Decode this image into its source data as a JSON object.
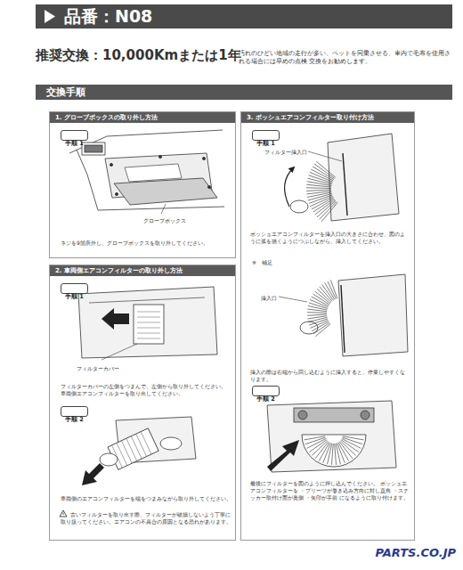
{
  "diagram": {
    "title": "品番：N08",
    "nodes": [
      {
        "text": [
          "交換手順"
        ]
      },
      {
        "text": [
          "1. グローブボックスの取り外し方法",
          "グローブボックス",
          "ネジを9箇所外し、グローブボックスを取り外してください。"
        ]
      },
      {
        "text": [
          "手順 1"
        ],
        "in": 1
      },
      {
        "text": [
          "2. 車両側エアコンフィルターの取り外し方法",
          "フィルターカバー",
          "フィルターカバーの左側をつまんで、左側から取り外してください。 車両側エアコンフィルターを取り出してください。",
          "車両側のエアコンフィルターを端をつまみながら取り外してください。",
          "古いフィルターを取り出す際、フィルターが破損しないよう丁寧に取り扱ってください。エアコンの不具合の原因となる恐れがあります。"
        ]
      },
      {
        "text": [
          "手順 1"
        ],
        "in": 3
      },
      {
        "text": [
          "手順 2"
        ],
        "in": 3
      },
      {
        "text": [
          "3. ボッシュエアコンフィルター取り付け方法",
          "フィルター挿入口",
          "ボッシュエアコンフィルターを挿入口の大きさに合わせ、図のように弧を描くようにつぶしながら、挿入してください。",
          "※　補足",
          "挿入口",
          "挿入の際は右端から回し込むように挿入すると、作業しやすくなります。",
          "最後にフィルターを図のように押し込んでください。 ボッシュエアコンフィルターを ・プリーツが巻き込み方向に対し直角 ・ステッカー取付け面が奥側 ・矢印が手前 になるように取り付けます。"
        ]
      },
      {
        "text": [
          "手順 1"
        ],
        "in": 6
      },
      {
        "text": [
          "手順 2"
        ],
        "in": 6
      }
    ],
    "labels": [
      "推奨交換：10,000Kmまたは1年",
      "汚れのひどい地域の走行が多い、ペットを同乗させる、車内で毛布を使用される場合には早めの点検 交換をお勧めします。",
      "PARTS.CO.JP"
    ]
  }
}
